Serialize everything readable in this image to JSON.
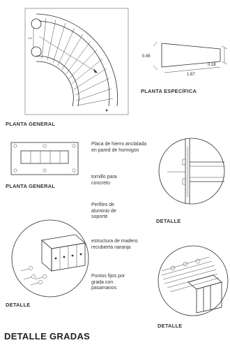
{
  "labels": {
    "planta_general_1": "PLANTA GENERAL",
    "planta_especifica": "PLANTA ESPECÍFICA",
    "planta_general_2": "PLANTA GENERAL",
    "detalle_1": "DETALLE",
    "detalle_2": "DETALLE",
    "detalle_3": "DETALLE",
    "title": "DETALLE GRADAS"
  },
  "notes": {
    "placa": "Placa de hierro anclalada en pared de hormigon",
    "tornillo": "tornillo para concreto",
    "perfiles": "Perfiles de aluminio de soporte",
    "estructura": "estructura de madero recubierta naranja",
    "puntos": "Puntos fijos por grada con pasamanos"
  },
  "dimensions": {
    "d045": "0.45",
    "d018": "0.18",
    "d167": "1.67"
  },
  "colors": {
    "ink": "#2b2b2b",
    "paper": "#ffffff"
  }
}
